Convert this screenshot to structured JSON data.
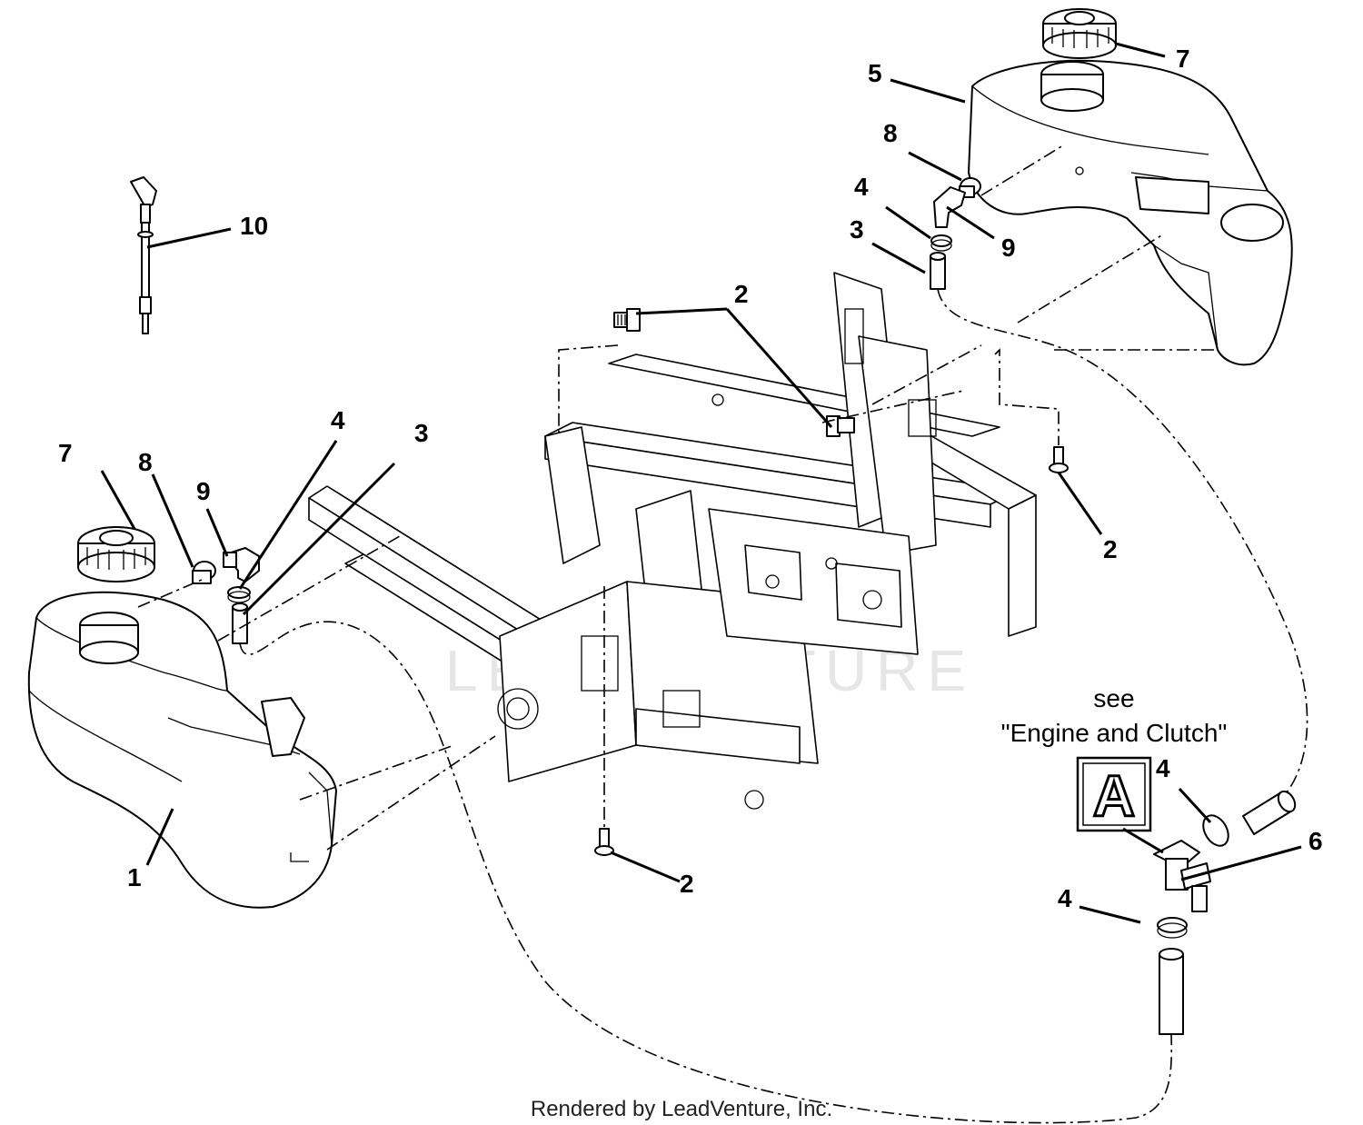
{
  "watermark": "LEADVENTURE",
  "footer_credit": "Rendered by LeadVenture, Inc.",
  "reference_note": {
    "line1": "see",
    "line2": "\"Engine and Clutch\"",
    "box_letter": "A"
  },
  "callouts": [
    {
      "id": "c1",
      "number": "1"
    },
    {
      "id": "c2a",
      "number": "2"
    },
    {
      "id": "c2b",
      "number": "2"
    },
    {
      "id": "c2c",
      "number": "2"
    },
    {
      "id": "c3a",
      "number": "3"
    },
    {
      "id": "c3b",
      "number": "3"
    },
    {
      "id": "c4a",
      "number": "4"
    },
    {
      "id": "c4b",
      "number": "4"
    },
    {
      "id": "c4c",
      "number": "4"
    },
    {
      "id": "c4d",
      "number": "4"
    },
    {
      "id": "c5",
      "number": "5"
    },
    {
      "id": "c6",
      "number": "6"
    },
    {
      "id": "c7a",
      "number": "7"
    },
    {
      "id": "c7b",
      "number": "7"
    },
    {
      "id": "c8a",
      "number": "8"
    },
    {
      "id": "c8b",
      "number": "8"
    },
    {
      "id": "c9a",
      "number": "9"
    },
    {
      "id": "c9b",
      "number": "9"
    },
    {
      "id": "c10",
      "number": "10"
    }
  ]
}
